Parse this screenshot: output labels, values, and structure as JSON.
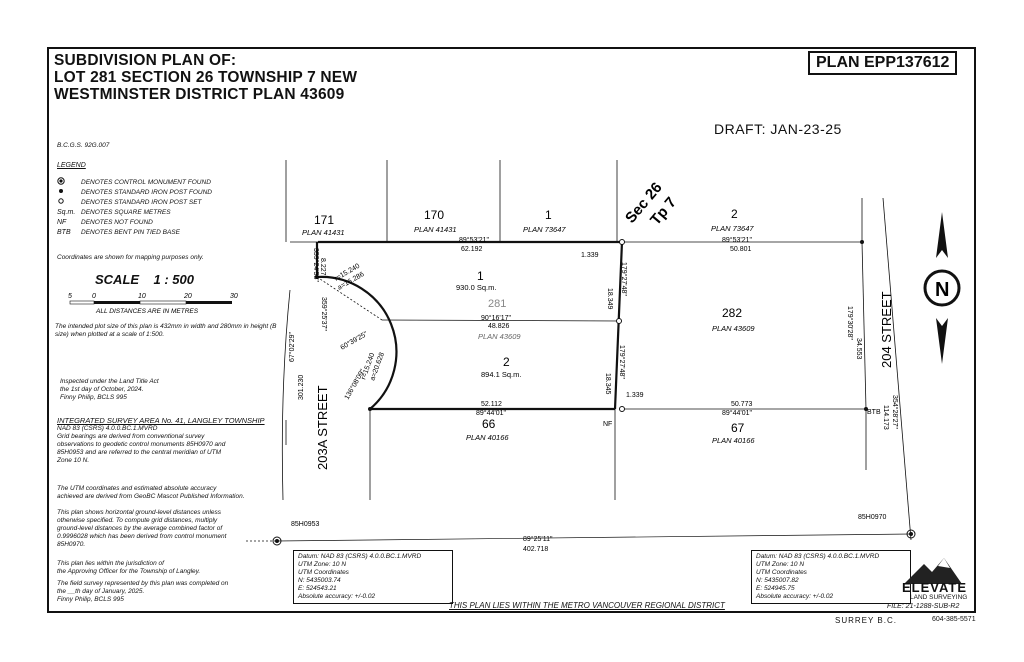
{
  "header": {
    "title_lines": [
      "SUBDIVISION PLAN OF:",
      "LOT 281 SECTION 26 TOWNSHIP 7 NEW",
      "WESTMINSTER DISTRICT PLAN 43609"
    ],
    "plan_number": "PLAN EPP137612",
    "draft": "DRAFT: JAN-23-25"
  },
  "bcgs": "B.C.G.S. 92G.007",
  "legend": {
    "title": "LEGEND",
    "items": [
      {
        "symbol": "control-monument-icon",
        "text": "DENOTES CONTROL MONUMENT FOUND"
      },
      {
        "symbol": "filled-dot-icon",
        "text": "DENOTES STANDARD IRON POST FOUND"
      },
      {
        "symbol": "hollow-dot-icon",
        "text": "DENOTES STANDARD IRON POST SET"
      },
      {
        "symbol": "Sq.m.",
        "text": "DENOTES SQUARE METRES"
      },
      {
        "symbol": "NF",
        "text": "DENOTES NOT FOUND"
      },
      {
        "symbol": "BTB",
        "text": "DENOTES BENT PIN TIED BASE"
      }
    ]
  },
  "coords_note": "Coordinates are shown for mapping purposes only.",
  "scale": {
    "label": "SCALE    1 : 500",
    "ticks": [
      "5",
      "0",
      "10",
      "20",
      "30"
    ],
    "note": "ALL DISTANCES ARE IN METRES"
  },
  "plot_note": "The intended plot size of this plan is 432mm in width and 280mm in height (B size) when plotted at a scale of 1:500.",
  "inspected": [
    "Inspected under the Land Title Act",
    "the 1st day of October, 2024.",
    "Finny Philip, BCLS 995"
  ],
  "integrated": {
    "title": "INTEGRATED SURVEY AREA No. 41, LANGLEY TOWNSHIP",
    "lines": [
      "NAD 83 (CSRS) 4.0.0.BC.1.MVRD",
      "Grid bearings are derived from conventional survey",
      "observations to geodetic control monuments 85H0970 and",
      "85H0953 and are referred to the central meridian of UTM",
      "Zone 10 N."
    ]
  },
  "utm_note": [
    "The UTM coordinates and estimated absolute accuracy",
    "achieved are derived from GeoBC Mascot Published Information."
  ],
  "distance_note": [
    "This plan shows horizontal ground-level distances unless",
    "otherwise specified. To compute grid distances, multiply",
    "ground-level distances by the average combined factor of",
    "0.9996028 which has been derived from control monument",
    "85H0970."
  ],
  "jurisdiction": [
    "This plan lies within the jurisdiction of",
    "the Approving Officer for the Township of Langley."
  ],
  "field_survey": [
    "The field survey represented by this plan was completed on",
    "the __th day of January, 2025.",
    "Finny Philip, BCLS 995"
  ],
  "datum_left": [
    "Datum: NAD 83 (CSRS) 4.0.0.BC.1.MVRD",
    "UTM Zone: 10 N",
    "UTM Coordinates",
    "N: 5435003.74",
    "E: 524543.21",
    "Absolute accuracy: +/-0.02"
  ],
  "datum_right": [
    "Datum: NAD 83 (CSRS) 4.0.0.BC.1.MVRD",
    "UTM Zone: 10 N",
    "UTM Coordinates",
    "N: 5435007.82",
    "E: 524945.75",
    "Absolute accuracy: +/-0.02"
  ],
  "metro_note": "THIS PLAN LIES WITHIN THE METRO VANCOUVER REGIONAL DISTRICT",
  "company": {
    "name": "ELEVATE",
    "sub": "LAND SURVEYING",
    "file": "FILE: 21-1288-SUB-R2",
    "city": "SURREY  B.C.",
    "phone": "604-385-5571"
  },
  "plan": {
    "streets": {
      "west": "203A STREET",
      "east": "204 STREET"
    },
    "section": [
      "Sec 26",
      "Tp 7"
    ],
    "north": "N",
    "top_lots": [
      {
        "num": "171",
        "plan": "PLAN 41431"
      },
      {
        "num": "170",
        "plan": "PLAN 41431"
      },
      {
        "num": "1",
        "plan": "PLAN 73647"
      },
      {
        "num": "2",
        "plan": "PLAN 73647"
      }
    ],
    "bottom_lots": [
      {
        "num": "66",
        "plan": "PLAN 40166"
      },
      {
        "num": "67",
        "plan": "PLAN 40166"
      }
    ],
    "lot1": {
      "num": "1",
      "area": "930.0  Sq.m."
    },
    "lot2": {
      "num": "2",
      "area": "894.1  Sq.m."
    },
    "lot281": {
      "num": "281",
      "plan": "PLAN 43609"
    },
    "lot282": {
      "num": "282",
      "plan": "PLAN 43609"
    },
    "dims": {
      "top_bearing": "89°53'21\"",
      "top_dist": "62.192",
      "top_right_bearing": "89°53'21\"",
      "top_right_dist": "50.801",
      "mid_bearing": "90°16'17\"",
      "mid_dist": "48.826",
      "bot_dist": "52.112",
      "bot_bearing": "89°44'01\"",
      "bot_right_dist": "50.773",
      "bot_right_bearing": "89°44'01\"",
      "right_upper": "179°27'48\"",
      "right_upper_dist": "18.349",
      "right_lower": "179°27'48\"",
      "right_lower_dist": "18.345",
      "east_bearing": "179°30'28\"",
      "east_dist": "34.553",
      "east2_bearing": "354°28'27\"",
      "east2_dist": "114.173",
      "west_top": "359°24'58\"",
      "west_top_dist": "8.227",
      "west_mid": "359°25'37\"",
      "street_bearing": "67°02'29\"",
      "street_dist": "301.230",
      "curve1_r": "r=15.240",
      "curve1_a": "a=16.286",
      "curve2_r": "r=15.240",
      "curve2_a": "a=20.628",
      "arc_angle1": "60°39'25\"",
      "arc_angle2": "136°08'09\"",
      "offset1": "1.339",
      "offset2": "1.339",
      "base_bearing": "89°25'11\"",
      "base_dist": "402.718",
      "mon_left": "85H0953",
      "mon_right": "85H0970",
      "nf": "NF",
      "btb": "BTB"
    }
  }
}
